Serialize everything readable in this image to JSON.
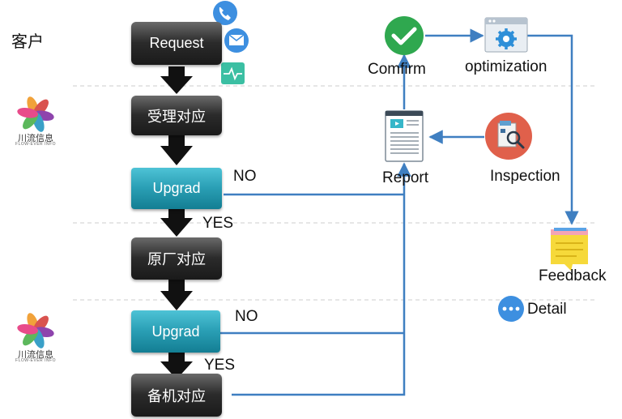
{
  "customer_label": "客户",
  "brand": {
    "name": "川流信息",
    "tagline": "FLOW-EVER INFO"
  },
  "process": [
    {
      "id": "request",
      "label": "Request",
      "style": "dark"
    },
    {
      "id": "accept",
      "label": "受理对应",
      "style": "dark"
    },
    {
      "id": "upgrade1",
      "label": "Upgrad",
      "style": "teal"
    },
    {
      "id": "vendor",
      "label": "原厂对应",
      "style": "dark"
    },
    {
      "id": "upgrade2",
      "label": "Upgrad",
      "style": "teal"
    },
    {
      "id": "standby",
      "label": "备机对应",
      "style": "dark"
    }
  ],
  "branches": {
    "no": "NO",
    "yes": "YES"
  },
  "nodes": {
    "confirm": "Comfirm",
    "optimization": "optimization",
    "report": "Report",
    "inspection": "Inspection",
    "feedback": "Feedback",
    "detail": "Detail"
  },
  "contact_icons": [
    "phone-icon",
    "mail-icon",
    "monitor-icon"
  ],
  "colors": {
    "connector": "#3f7fc1",
    "arrow": "#111111",
    "dark_box": "#2b2b2b",
    "teal_box": "#2a9fb5",
    "confirm_green": "#2fa84f",
    "inspection_red": "#e0604b",
    "feedback_yellow": "#f6d93a",
    "detail_blue": "#3d8fe0",
    "divider": "#cccccc"
  }
}
